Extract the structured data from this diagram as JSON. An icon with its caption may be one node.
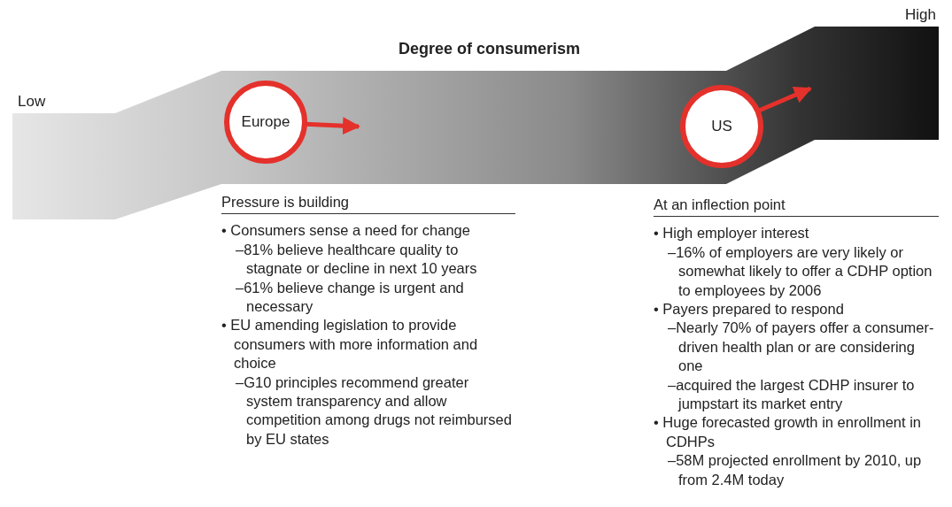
{
  "diagram": {
    "nodes": [
      {
        "text": [
          "Europe"
        ]
      },
      {
        "text": [
          "US"
        ]
      }
    ],
    "edges": [
      {
        "from": 0,
        "to": null,
        "arrow": "to"
      },
      {
        "from": 1,
        "to": null,
        "arrow": "to"
      }
    ],
    "labels": [
      "Degree of consumerism",
      "Low",
      "High",
      "Pressure is building",
      "• Consumers sense a need for change",
      "–81% believe healthcare quality to stagnate or decline in next 10 years",
      "–61% believe change is urgent and necessary",
      "• EU amending legislation to provide consumers with more information and choice",
      "–G10 principles recommend greater system transparency and allow competition among drugs not reimbursed by EU states",
      "At an inflection point",
      "• High employer interest",
      "–16% of employers are very likely or somewhat likely to offer a CDHP option to employees by 2006",
      "• Payers prepared to respond",
      "–Nearly 70% of payers offer a consumer-driven health plan or are considering one",
      "–acquired the largest CDHP insurer to jumpstart its market entry",
      "• Huge forecasted growth in enrollment in CDHPs",
      "–58M projected enrollment by 2010, up from 2.4M today"
    ]
  }
}
